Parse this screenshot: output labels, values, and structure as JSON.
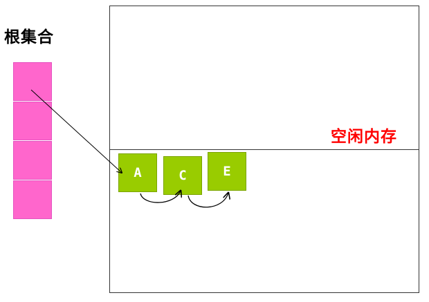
{
  "root_set": {
    "title": "根集合",
    "cell_count": 4,
    "color": "#ff66cc"
  },
  "heap": {
    "free_label": "空闲内存",
    "free_label_color": "#ff0000"
  },
  "objects": [
    {
      "label": "A",
      "color": "#99cc00"
    },
    {
      "label": "C",
      "color": "#99cc00"
    },
    {
      "label": "E",
      "color": "#99cc00"
    }
  ]
}
